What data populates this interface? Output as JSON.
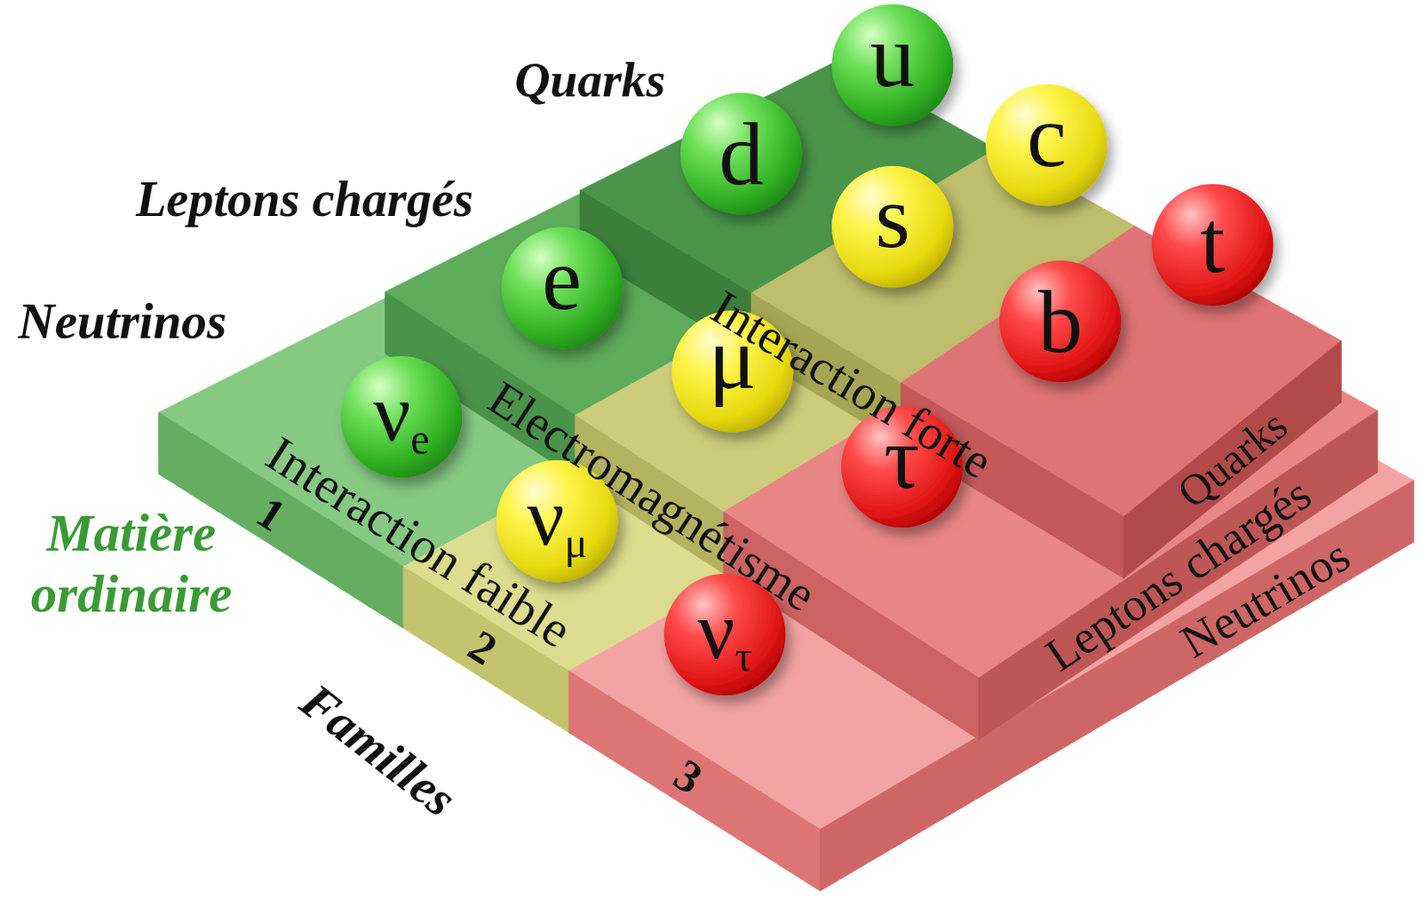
{
  "diagram": {
    "nodes": [
      {
        "text": [
          "u"
        ]
      },
      {
        "text": [
          "c"
        ]
      },
      {
        "text": [
          "t"
        ]
      },
      {
        "text": [
          "d"
        ]
      },
      {
        "text": [
          "s"
        ]
      },
      {
        "text": [
          "b"
        ]
      },
      {
        "text": [
          "e"
        ]
      },
      {
        "text": [
          "μ"
        ]
      },
      {
        "text": [
          "τ"
        ]
      },
      {
        "text": [
          "ν",
          "e"
        ]
      },
      {
        "text": [
          "ν",
          "μ"
        ]
      },
      {
        "text": [
          "ν",
          "τ"
        ]
      }
    ],
    "labels": [
      "Quarks",
      "Leptons chargés",
      "Neutrinos",
      "Matière ordinaire",
      "Interaction forte",
      "Electromagnétisme",
      "Interaction faible",
      "Quarks",
      "Leptons chargés",
      "Neutrinos",
      "1",
      "2",
      "3",
      "Familles"
    ]
  }
}
